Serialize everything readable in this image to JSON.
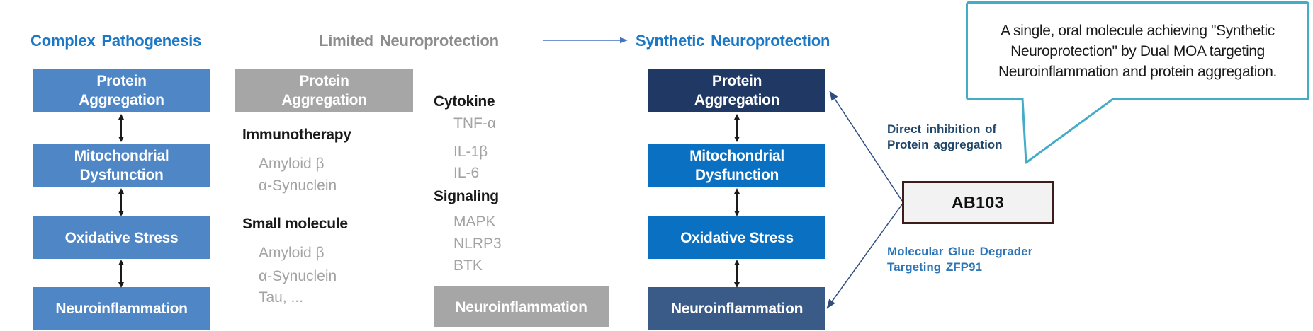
{
  "columns": {
    "pathogenesis": {
      "title": "Complex Pathogenesis",
      "boxes": [
        "Protein\nAggregation",
        "Mitochondrial\nDysfunction",
        "Oxidative Stress",
        "Neuroinflammation"
      ]
    },
    "limited": {
      "title": "Limited Neuroprotection",
      "aggregation_box": "Protein\nAggregation",
      "neuroinflammation_box": "Neuroinflammation",
      "groups": [
        {
          "heading": "Immunotherapy",
          "items": [
            "Amyloid β",
            "α-Synuclein"
          ]
        },
        {
          "heading": "Small molecule",
          "items": [
            "Amyloid β",
            "α-Synuclein",
            "Tau, ..."
          ]
        },
        {
          "heading": "Cytokine",
          "items": [
            "TNF-α",
            "IL-1β",
            "IL-6"
          ]
        },
        {
          "heading": "Signaling",
          "items": [
            "MAPK",
            "NLRP3",
            "BTK"
          ]
        }
      ]
    },
    "synthetic": {
      "title": "Synthetic Neuroprotection",
      "boxes": [
        "Protein\nAggregation",
        "Mitochondrial\nDysfunction",
        "Oxidative Stress",
        "Neuroinflammation"
      ]
    }
  },
  "drug": {
    "label": "AB103"
  },
  "annotations": {
    "direct_inhibition": "Direct inhibition of\nProtein aggregation",
    "molecular_glue": "Molecular Glue Degrader\nTargeting ZFP91"
  },
  "callout": {
    "text": "A single, oral molecule achieving \"Synthetic\nNeuroprotection\" by Dual MOA targeting\nNeuroinflammation and protein aggregation."
  },
  "colors": {
    "title_blue": "#1B78C6",
    "title_gray": "#8C8C8C",
    "pathogenesis_box_blue": "#4F86C6",
    "synthetic_dark_navy": "#1F3864",
    "synthetic_bright_blue": "#0A70C2",
    "synthetic_steel_navy": "#3A5A88",
    "gray_box": "#A6A6A6",
    "gray_text": "#A3A3A3",
    "flow_arrow_blue": "#4472C4",
    "connector_navy": "#2E4E7E",
    "callout_border_teal": "#45ACC8",
    "ab103_border": "#3B1D1C",
    "ab103_fill": "#F2F2F2",
    "direct_inhibition_navy": "#1F4568",
    "molecular_glue_blue": "#2E75B6"
  }
}
